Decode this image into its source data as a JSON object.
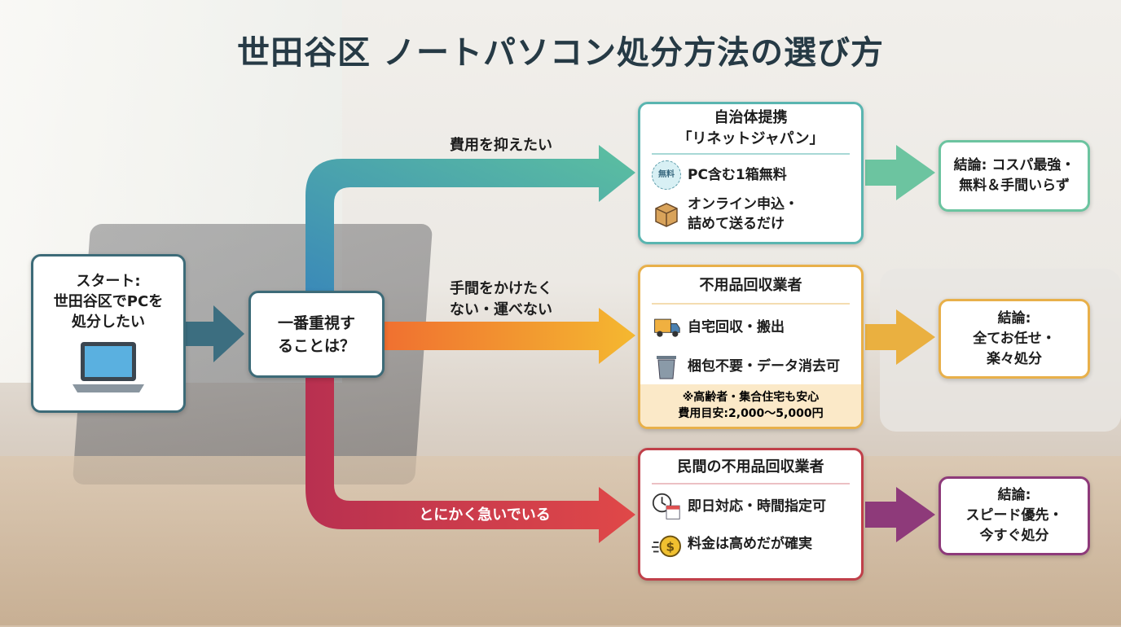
{
  "title": "世田谷区 ノートパソコン処分方法の選び方",
  "start": {
    "line1": "スタート:",
    "line2": "世田谷区でPCを",
    "line3": "処分したい"
  },
  "decision": {
    "line1": "一番重視す",
    "line2": "ることは？"
  },
  "branches": [
    {
      "label": "費用を抑えたい",
      "color": "#4a9fc0"
    },
    {
      "label1": "手間をかけたく",
      "label2": "ない・運べない",
      "color": "#f0a030"
    },
    {
      "label": "とにかく急いでいる",
      "color": "#c83848"
    }
  ],
  "options": [
    {
      "title1": "自治体提携",
      "title2": "「リネットジャパン」",
      "items": [
        {
          "icon": "free-stamp-icon",
          "stamp": "無料",
          "text": "PC含む1箱無料"
        },
        {
          "icon": "cardboard-box-icon",
          "text1": "オンライン申込・",
          "text2": "詰めて送るだけ"
        }
      ],
      "color": "#5ab5b0"
    },
    {
      "title": "不用品回収業者",
      "items": [
        {
          "icon": "delivery-truck-icon",
          "text": "自宅回収・搬出"
        },
        {
          "icon": "trash-can-icon",
          "text": "梱包不要・データ消去可"
        }
      ],
      "note1": "※高齢者・集合住宅も安心",
      "note2": "費用目安:2,000〜5,000円",
      "color": "#e8b04a"
    },
    {
      "title": "民間の不用品回収業者",
      "items": [
        {
          "icon": "clock-calendar-icon",
          "text": "即日対応・時間指定可"
        },
        {
          "icon": "money-bag-icon",
          "text": "料金は高めだが確実"
        }
      ],
      "color": "#c0404a"
    }
  ],
  "conclusions": [
    {
      "line1": "結論: コスパ最強・",
      "line2": "無料＆手間いらず",
      "color": "#6cc4a0"
    },
    {
      "line1": "結論:",
      "line2": "全てお任せ・",
      "line3": "楽々処分",
      "color": "#e8b04a"
    },
    {
      "line1": "結論:",
      "line2": "スピード優先・",
      "line3": "今すぐ処分",
      "color": "#8e3a7a"
    }
  ]
}
